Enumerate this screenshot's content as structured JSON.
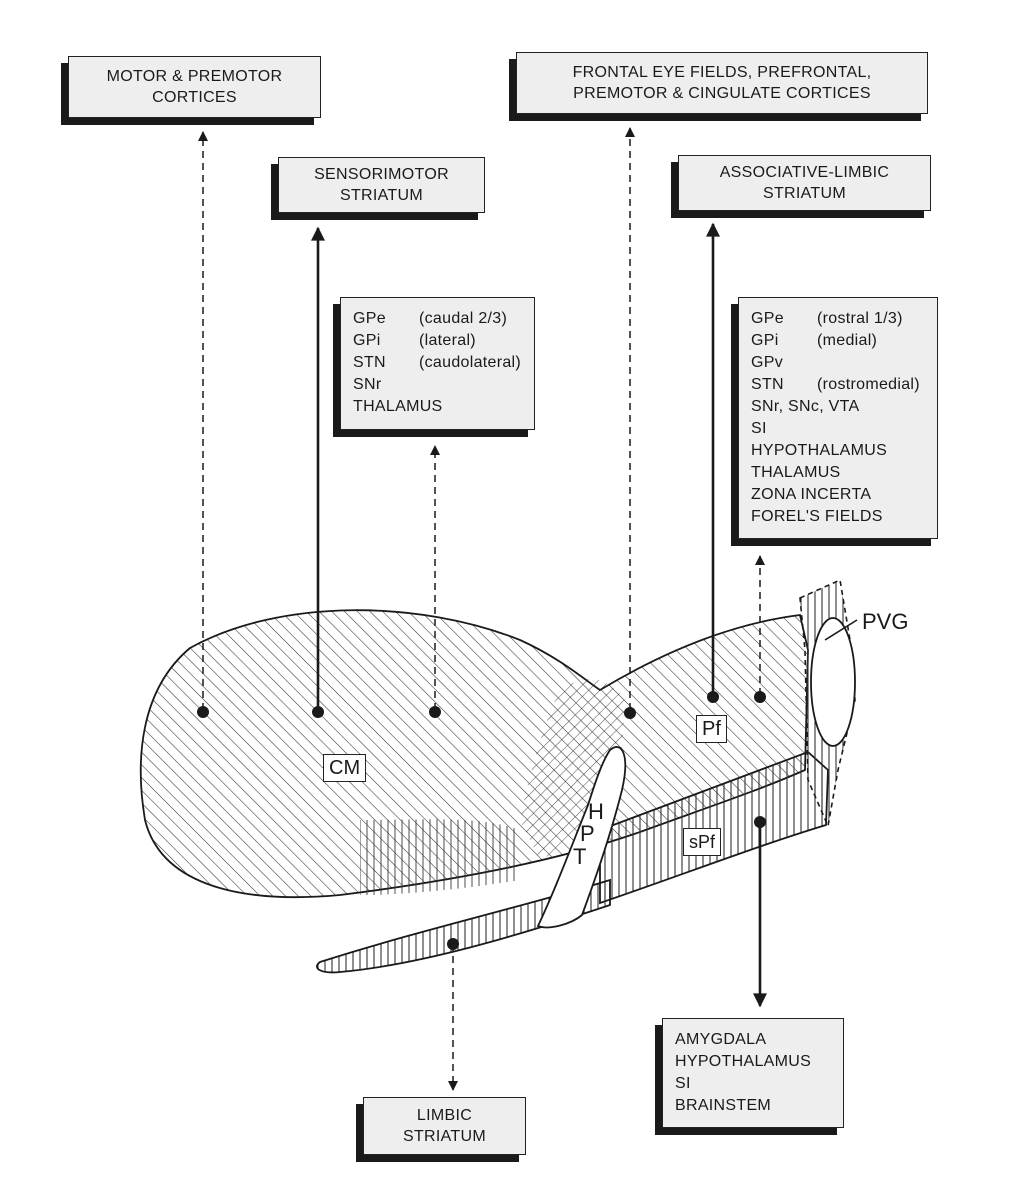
{
  "boxes": {
    "motor_premotor": [
      "MOTOR & PREMOTOR",
      "CORTICES"
    ],
    "frontal": [
      "FRONTAL EYE FIELDS, PREFRONTAL,",
      "PREMOTOR & CINGULATE CORTICES"
    ],
    "sensorimotor": [
      "SENSORIMOTOR",
      "STRIATUM"
    ],
    "assoc_limbic": [
      "ASSOCIATIVE-LIMBIC",
      "STRIATUM"
    ],
    "limbic": [
      "LIMBIC",
      "STRIATUM"
    ]
  },
  "cm_targets": [
    {
      "name": "GPe",
      "detail": "(caudal 2/3)"
    },
    {
      "name": "GPi",
      "detail": "(lateral)"
    },
    {
      "name": "STN",
      "detail": "(caudolateral)"
    },
    {
      "name": "SNr",
      "detail": ""
    },
    {
      "name": "THALAMUS",
      "detail": ""
    }
  ],
  "pf_targets": [
    {
      "name": "GPe",
      "detail": "(rostral 1/3)"
    },
    {
      "name": "GPi",
      "detail": "(medial)"
    },
    {
      "name": "GPv",
      "detail": ""
    },
    {
      "name": "STN",
      "detail": "(rostromedial)"
    },
    {
      "name": "SNr, SNc, VTA",
      "detail": ""
    },
    {
      "name": "SI",
      "detail": ""
    },
    {
      "name": "HYPOTHALAMUS",
      "detail": ""
    },
    {
      "name": "THALAMUS",
      "detail": ""
    },
    {
      "name": "ZONA INCERTA",
      "detail": ""
    },
    {
      "name": "FOREL'S FIELDS",
      "detail": ""
    }
  ],
  "spf_targets": [
    "AMYGDALA",
    "HYPOTHALAMUS",
    "SI",
    "BRAINSTEM"
  ],
  "labels": {
    "cm": "CM",
    "pf": "Pf",
    "spf": "sPf",
    "pvg": "PVG",
    "hpt": [
      "H",
      "P",
      "T"
    ]
  },
  "colors": {
    "ink": "#1a1a1a",
    "box_fill": "#eeeeee"
  }
}
